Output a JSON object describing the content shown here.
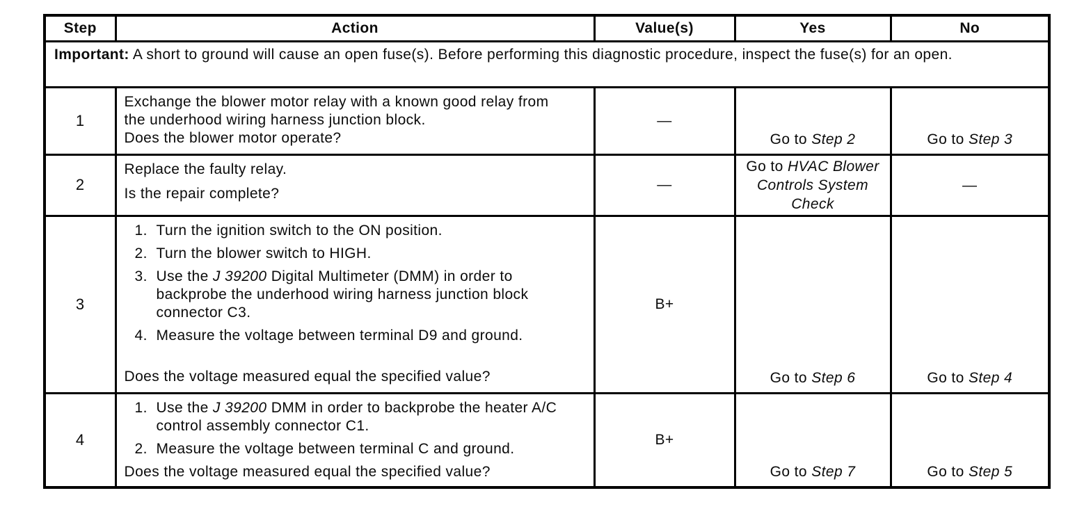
{
  "colors": {
    "ink": "#0b0b0b",
    "paper": "#ffffff",
    "rule": "#000000"
  },
  "table": {
    "headers": {
      "step": "Step",
      "action": "Action",
      "values": "Value(s)",
      "yes": "Yes",
      "no": "No"
    },
    "important": {
      "label": "Important:",
      "text": " A short to ground will cause an open fuse(s). Before performing this diagnostic procedure, inspect the fuse(s) for an open."
    },
    "rows": [
      {
        "step": "1",
        "action": {
          "paragraph": "Exchange the blower motor relay with a known good relay from the underhood wiring harness junction block.",
          "question": "Does the blower motor operate?"
        },
        "value": "—",
        "yes": {
          "prefix": "Go to ",
          "ref": "Step 2"
        },
        "no": {
          "prefix": "Go to ",
          "ref": "Step 3"
        }
      },
      {
        "step": "2",
        "action": {
          "paragraph": "Replace the faulty relay.",
          "question": "Is the repair complete?"
        },
        "value": "—",
        "yes": {
          "prefix": "Go to ",
          "ref": "HVAC Blower Controls System Check"
        },
        "no": {
          "dash": "—"
        }
      },
      {
        "step": "3",
        "action": {
          "list": [
            {
              "num": "1.",
              "pre": "Turn the ignition switch to the ON position.",
              "italic": "",
              "post": ""
            },
            {
              "num": "2.",
              "pre": "Turn the blower switch to HIGH.",
              "italic": "",
              "post": ""
            },
            {
              "num": "3.",
              "pre": "Use the ",
              "italic": "J 39200",
              "post": " Digital Multimeter (DMM) in order to backprobe the underhood wiring harness junction block connector C3."
            },
            {
              "num": "4.",
              "pre": "Measure the voltage between terminal D9 and ground.",
              "italic": "",
              "post": ""
            }
          ],
          "question": "Does the voltage measured equal the specified value?"
        },
        "value": "B+",
        "yes": {
          "prefix": "Go to ",
          "ref": "Step 6"
        },
        "no": {
          "prefix": "Go to ",
          "ref": "Step 4"
        }
      },
      {
        "step": "4",
        "action": {
          "list": [
            {
              "num": "1.",
              "pre": "Use the ",
              "italic": "J 39200",
              "post": " DMM in order to backprobe the heater A/C control assembly connector C1."
            },
            {
              "num": "2.",
              "pre": "Measure the voltage between terminal C and ground.",
              "italic": "",
              "post": ""
            }
          ],
          "question": "Does the voltage measured equal the specified value?"
        },
        "value": "B+",
        "yes": {
          "prefix": "Go to ",
          "ref": "Step 7"
        },
        "no": {
          "prefix": "Go to ",
          "ref": "Step 5"
        }
      }
    ]
  }
}
